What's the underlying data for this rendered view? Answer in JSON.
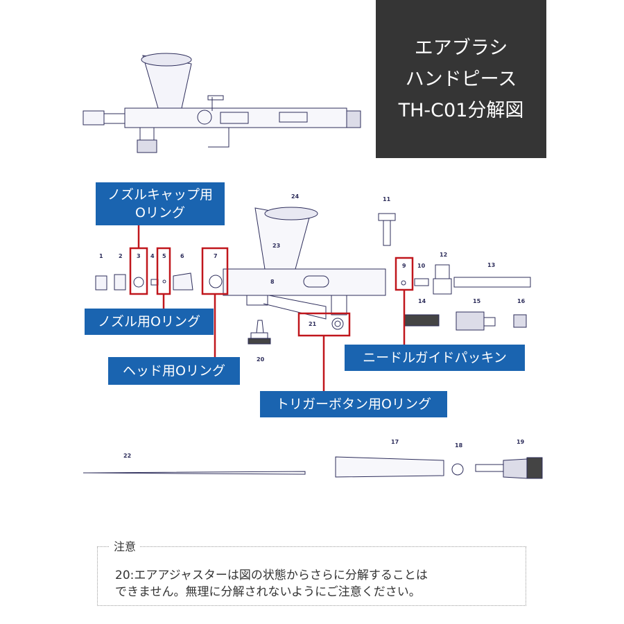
{
  "title_panel": {
    "line1": "エアブラシ",
    "line2": "ハンドピース",
    "line3": "TH-C01分解図"
  },
  "callouts": {
    "nozzle_cap": [
      "ノズルキャップ用",
      "Oリング"
    ],
    "nozzle": "ノズル用Oリング",
    "head": "ヘッド用Oリング",
    "needle_guide": "ニードルガイドパッキン",
    "trigger": "トリガーボタン用Oリング"
  },
  "part_numbers": [
    "1",
    "2",
    "3",
    "4",
    "5",
    "6",
    "7",
    "8",
    "9",
    "10",
    "11",
    "12",
    "13",
    "14",
    "15",
    "16",
    "17",
    "18",
    "19",
    "20",
    "21",
    "22",
    "23",
    "24"
  ],
  "note": {
    "title": "注意",
    "line1": "20:エアアジャスターは図の状態からさらに分解することは",
    "line2": "できません。無理に分解されないようにご注意ください。"
  },
  "colors": {
    "callout_bg": "#1a64b0",
    "highlight": "#c0161c",
    "panel_bg": "#353535",
    "line": "#2c2c5a"
  }
}
